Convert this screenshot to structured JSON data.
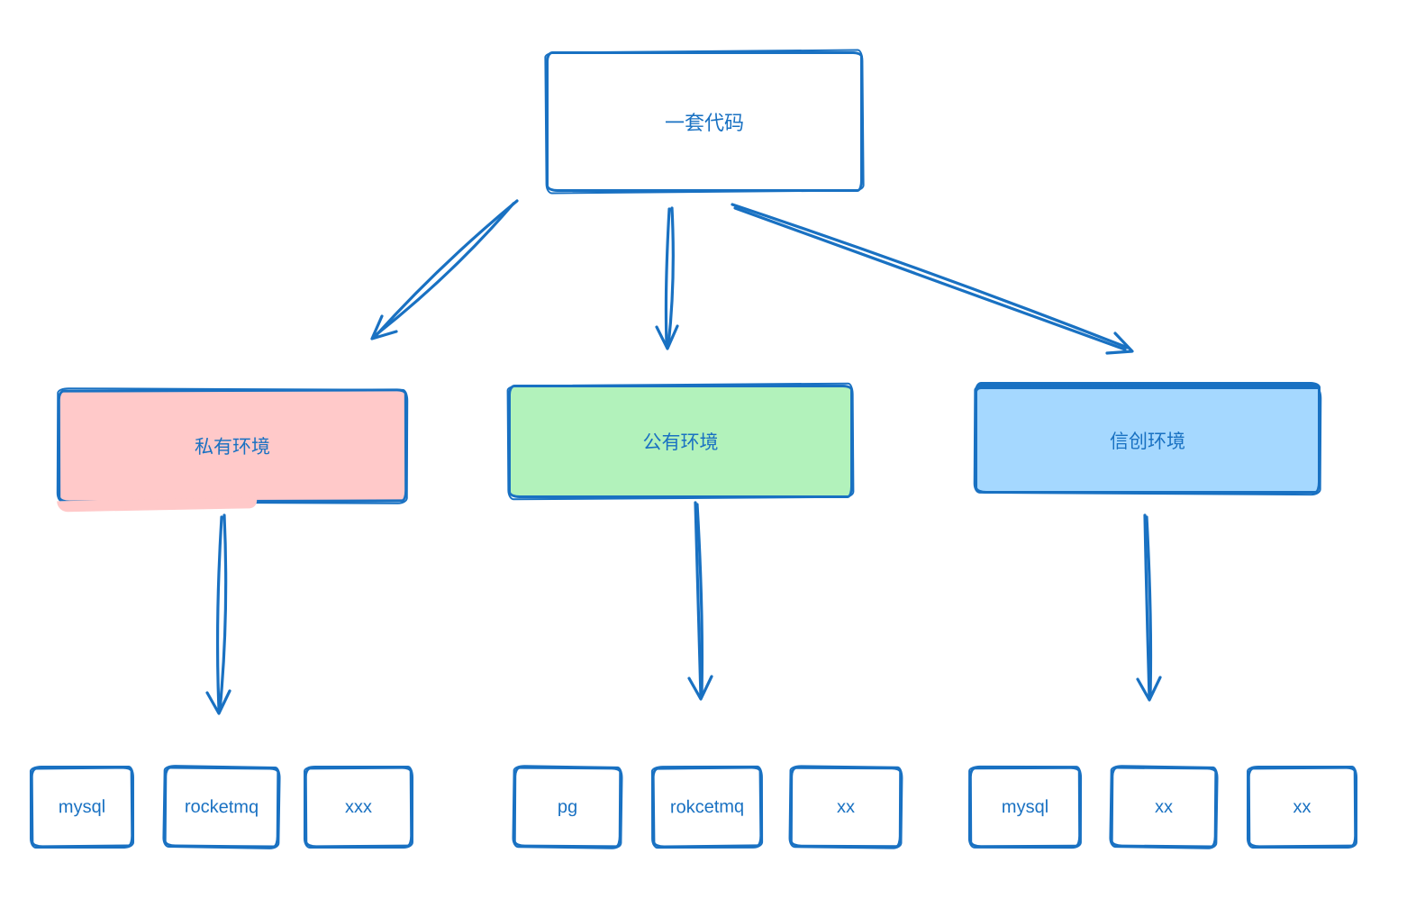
{
  "canvas": {
    "background": "#ffffff",
    "stroke_color": "#1971c2",
    "text_color": "#1971c2"
  },
  "diagram": {
    "root": {
      "label": "一套代码",
      "fill": "#ffffff"
    },
    "environments": [
      {
        "label": "私有环境",
        "fill": "#ffc9c9",
        "children": [
          {
            "label": "mysql"
          },
          {
            "label": "rocketmq"
          },
          {
            "label": "xxx"
          }
        ]
      },
      {
        "label": "公有环境",
        "fill": "#b2f2bb",
        "children": [
          {
            "label": "pg"
          },
          {
            "label": "rokcetmq"
          },
          {
            "label": "xx"
          }
        ]
      },
      {
        "label": "信创环境",
        "fill": "#a5d8ff",
        "children": [
          {
            "label": "mysql"
          },
          {
            "label": "xx"
          },
          {
            "label": "xx"
          }
        ]
      }
    ],
    "edges": [
      {
        "from": "一套代码",
        "to": "私有环境"
      },
      {
        "from": "一套代码",
        "to": "公有环境"
      },
      {
        "from": "一套代码",
        "to": "信创环境"
      },
      {
        "from": "私有环境",
        "to": "私有环境-组件"
      },
      {
        "from": "公有环境",
        "to": "公有环境-组件"
      },
      {
        "from": "信创环境",
        "to": "信创环境-组件"
      }
    ]
  }
}
